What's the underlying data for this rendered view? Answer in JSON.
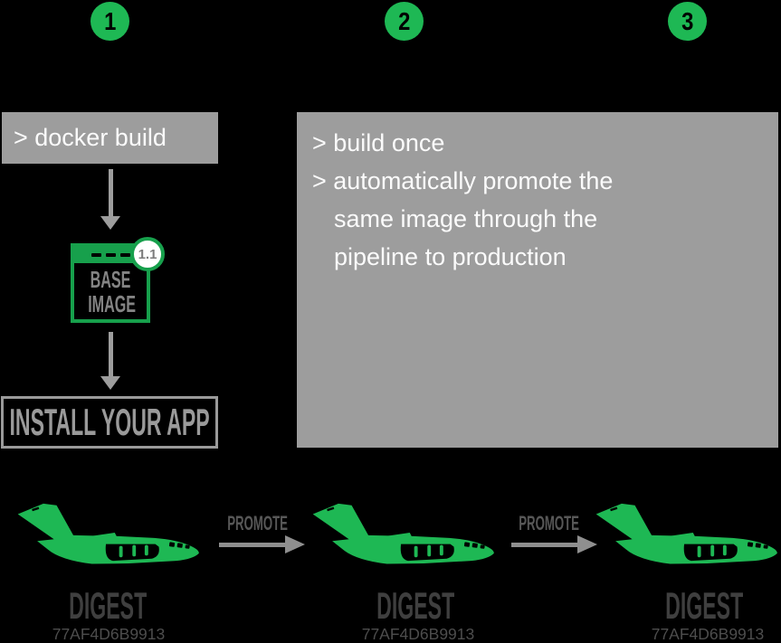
{
  "steps": [
    {
      "number": "1"
    },
    {
      "number": "2"
    },
    {
      "number": "3"
    }
  ],
  "step1": {
    "terminal_command": "> docker build",
    "base_image_icon": {
      "title_line1": "BASE",
      "title_line2": "IMAGE",
      "version": "1.1"
    },
    "install_box_label": "INSTALL YOUR APP"
  },
  "step2_panel": {
    "lines": [
      "> build once",
      "> automatically promote the",
      "same image through the",
      "pipeline to production"
    ]
  },
  "pipeline": {
    "promote_label": "PROMOTE",
    "stages": [
      {
        "digest_label": "DIGEST",
        "digest_hash": "77AF4D6B9913"
      },
      {
        "digest_label": "DIGEST",
        "digest_hash": "77AF4D6B9913"
      },
      {
        "digest_label": "DIGEST",
        "digest_hash": "77AF4D6B9913"
      }
    ]
  },
  "colors": {
    "background": "#000000",
    "accent_green": "#1eb854",
    "icon_green": "#17a04c",
    "panel_gray": "#9d9d9d",
    "text_white": "#fbfbfb",
    "digest_gray": "#3f3f3f",
    "hash_gray": "#4d4d4d",
    "promote_gray": "#575757"
  }
}
